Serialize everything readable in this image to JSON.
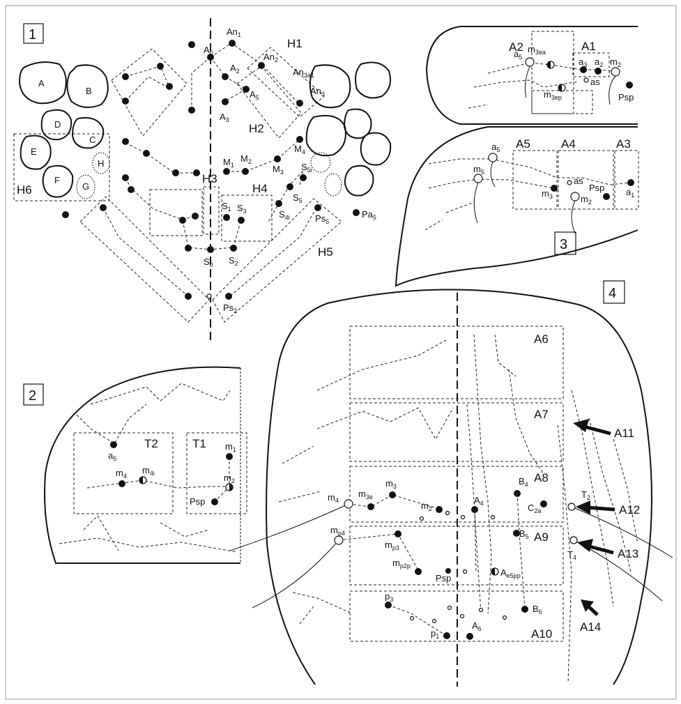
{
  "panels": [
    "1",
    "2",
    "3",
    "4"
  ],
  "fig1": {
    "regions": [
      "H1",
      "H2",
      "H3",
      "H4",
      "H5",
      "H6"
    ],
    "blobs": [
      "A",
      "B",
      "C",
      "D",
      "E",
      "F",
      "G",
      "H"
    ],
    "setae": [
      {
        "base": "A",
        "sub": "0"
      },
      {
        "base": "An",
        "sub": "1"
      },
      {
        "base": "An",
        "sub": "2"
      },
      {
        "base": "An",
        "sub": "3a1"
      },
      {
        "base": "An",
        "sub": "3"
      },
      {
        "base": "A",
        "sub": "2"
      },
      {
        "base": "A",
        "sub": "5"
      },
      {
        "base": "A",
        "sub": "3"
      },
      {
        "base": "M",
        "sub": "4"
      },
      {
        "base": "M",
        "sub": "1"
      },
      {
        "base": "M",
        "sub": "2"
      },
      {
        "base": "M",
        "sub": "3"
      },
      {
        "base": "S",
        "sub": "5i"
      },
      {
        "base": "S",
        "sub": "1"
      },
      {
        "base": "S",
        "sub": "3"
      },
      {
        "base": "S",
        "sub": "5"
      },
      {
        "base": "S",
        "sub": "4i"
      },
      {
        "base": "Ps",
        "sub": "5"
      },
      {
        "base": "Pa",
        "sub": "5"
      },
      {
        "base": "S",
        "sub": "0"
      },
      {
        "base": "S",
        "sub": "2"
      },
      {
        "base": "Ps",
        "sub": "2"
      }
    ]
  },
  "fig2": {
    "regions": [
      "T2",
      "T1"
    ],
    "setae": [
      {
        "base": "a",
        "sub": "5"
      },
      {
        "base": "m",
        "sub": "4"
      },
      {
        "base": "m",
        "sub": "4i"
      },
      {
        "base": "m",
        "sub": "1"
      },
      {
        "base": "m",
        "sub": "2"
      },
      {
        "base": "Psp",
        "sub": ""
      }
    ]
  },
  "fig3": {
    "regions": [
      "A2",
      "A1",
      "A5",
      "A4",
      "A3"
    ],
    "setae": [
      {
        "base": "a",
        "sub": "5"
      },
      {
        "base": "m",
        "sub": "3ea"
      },
      {
        "base": "a",
        "sub": "3"
      },
      {
        "base": "a",
        "sub": "2"
      },
      {
        "base": "m",
        "sub": "2"
      },
      {
        "base": "as",
        "sub": ""
      },
      {
        "base": "m",
        "sub": "3ep"
      },
      {
        "base": "Psp",
        "sub": ""
      },
      {
        "base": "a",
        "sub": "5"
      },
      {
        "base": "m",
        "sub": "5"
      },
      {
        "base": "m",
        "sub": "3"
      },
      {
        "base": "as",
        "sub": ""
      },
      {
        "base": "m",
        "sub": "2"
      },
      {
        "base": "Psp",
        "sub": ""
      },
      {
        "base": "a",
        "sub": "1"
      }
    ]
  },
  "fig4": {
    "regions": [
      "A6",
      "A7",
      "A8",
      "A9",
      "A10"
    ],
    "arrows": [
      "A11",
      "A12",
      "A13",
      "A14"
    ],
    "setae": [
      {
        "base": "m",
        "sub": "4"
      },
      {
        "base": "m",
        "sub": "3e"
      },
      {
        "base": "m",
        "sub": "3"
      },
      {
        "base": "m",
        "sub": "2"
      },
      {
        "base": "A",
        "sub": "4"
      },
      {
        "base": "B",
        "sub": "4"
      },
      {
        "base": "C",
        "sub": "2a"
      },
      {
        "base": "T",
        "sub": "2"
      },
      {
        "base": "m",
        "sub": "p4"
      },
      {
        "base": "m",
        "sub": "p3"
      },
      {
        "base": "B",
        "sub": "5"
      },
      {
        "base": "T",
        "sub": "4"
      },
      {
        "base": "m",
        "sub": "p2p"
      },
      {
        "base": "Psp",
        "sub": ""
      },
      {
        "base": "A",
        "sub": "e5pp"
      },
      {
        "base": "p",
        "sub": "3"
      },
      {
        "base": "B",
        "sub": "6"
      },
      {
        "base": "p",
        "sub": "1"
      },
      {
        "base": "A",
        "sub": "6"
      }
    ]
  }
}
